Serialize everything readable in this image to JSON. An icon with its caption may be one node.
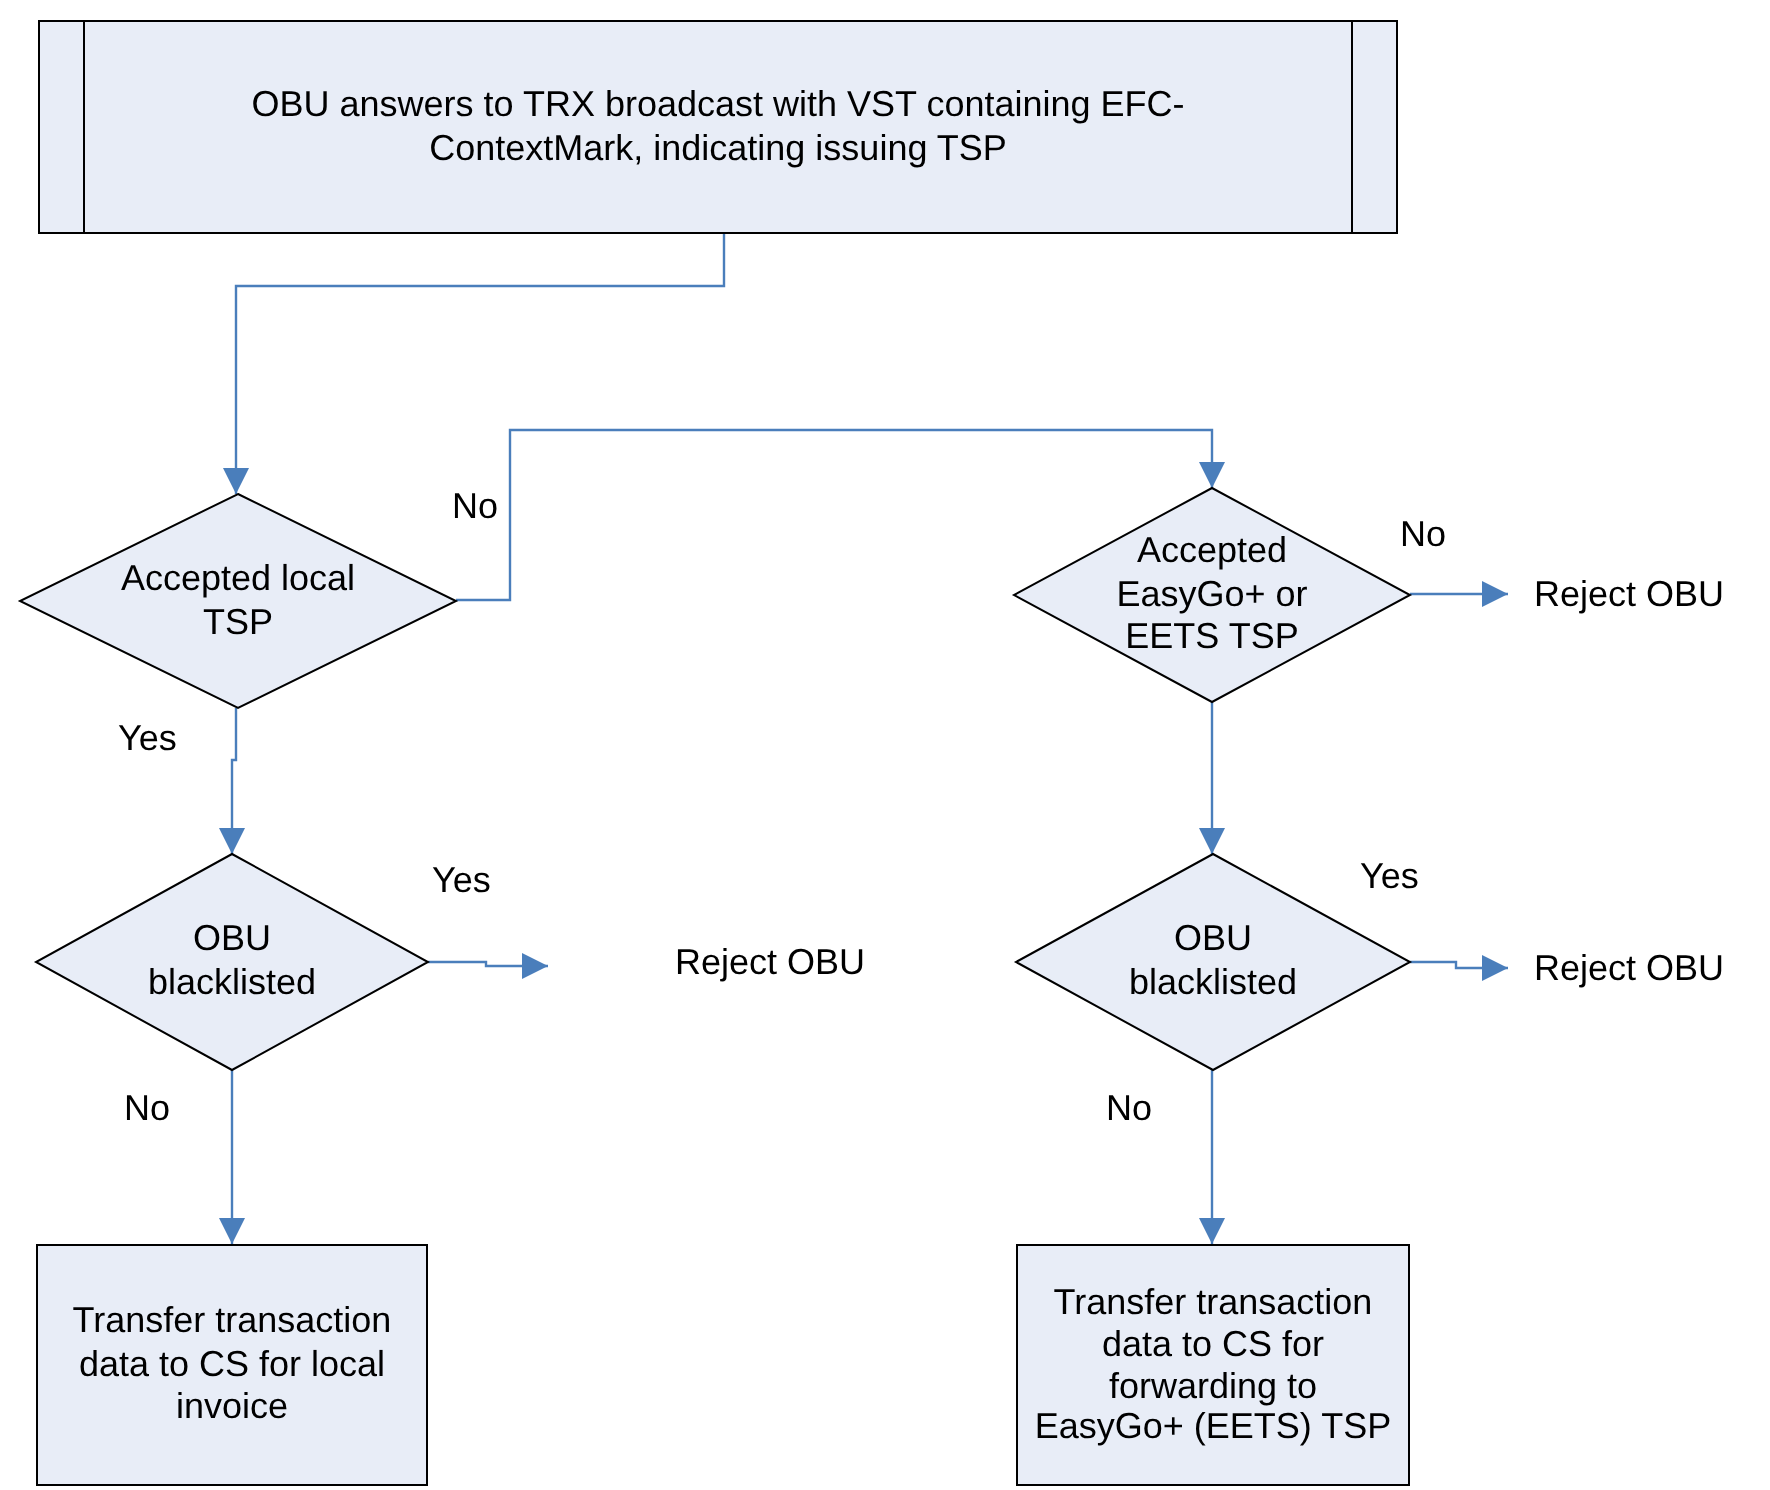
{
  "diagram": {
    "nodes": [
      {
        "text": [
          "OBU answers to TRX broadcast with VST containing EFC-ContextMark, indicating issuing TSP"
        ]
      },
      {
        "text": [
          "Accepted local TSP"
        ]
      },
      {
        "text": [
          "Accepted EasyGo+ or EETS TSP"
        ]
      },
      {
        "text": [
          "Reject OBU"
        ]
      },
      {
        "text": [
          "OBU blacklisted"
        ]
      },
      {
        "text": [
          "Reject OBU"
        ]
      },
      {
        "text": [
          "OBU blacklisted"
        ]
      },
      {
        "text": [
          "Reject OBU"
        ]
      },
      {
        "text": [
          "Transfer transaction data to CS for local invoice"
        ]
      },
      {
        "text": [
          "Transfer transaction data to CS for forwarding to EasyGo+ (EETS) TSP"
        ]
      }
    ],
    "edges": [
      {
        "from": 0,
        "to": 1,
        "arrow": "to"
      },
      {
        "from": 1,
        "to": 2,
        "arrow": "to",
        "label": "No"
      },
      {
        "from": 2,
        "to": 3,
        "arrow": "to",
        "label": "No"
      },
      {
        "from": 1,
        "to": 4,
        "arrow": "to",
        "label": "Yes"
      },
      {
        "from": 4,
        "to": 5,
        "arrow": "to",
        "label": "Yes"
      },
      {
        "from": 2,
        "to": 6,
        "arrow": "to"
      },
      {
        "from": 6,
        "to": 7,
        "arrow": "to",
        "label": "Yes"
      },
      {
        "from": 4,
        "to": 8,
        "arrow": "to",
        "label": "No"
      },
      {
        "from": 6,
        "to": 9,
        "arrow": "to",
        "label": "No"
      }
    ]
  }
}
